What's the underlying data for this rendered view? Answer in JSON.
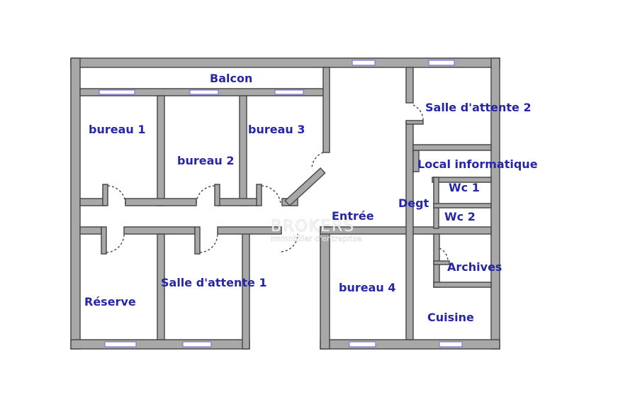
{
  "plan": {
    "rooms": {
      "balcon": "Balcon",
      "bureau1": "bureau 1",
      "bureau2": "bureau 2",
      "bureau3": "bureau 3",
      "bureau4": "bureau 4",
      "salle_attente_2": "Salle d'attente 2",
      "local_informatique": "Local informatique",
      "wc1": "Wc 1",
      "wc2": "Wc 2",
      "degt": "Degt",
      "entree": "Entrée",
      "archives": "Archives",
      "cuisine": "Cuisine",
      "reserve": "Réserve",
      "salle_attente_1": "Salle d'attente 1"
    },
    "watermark": {
      "brand": "BROKERS",
      "tagline": "immobilier d'entreprise"
    },
    "colors": {
      "label": "#2626a6",
      "wall": "#a8a8a8",
      "window": "#7a7ad0"
    }
  }
}
